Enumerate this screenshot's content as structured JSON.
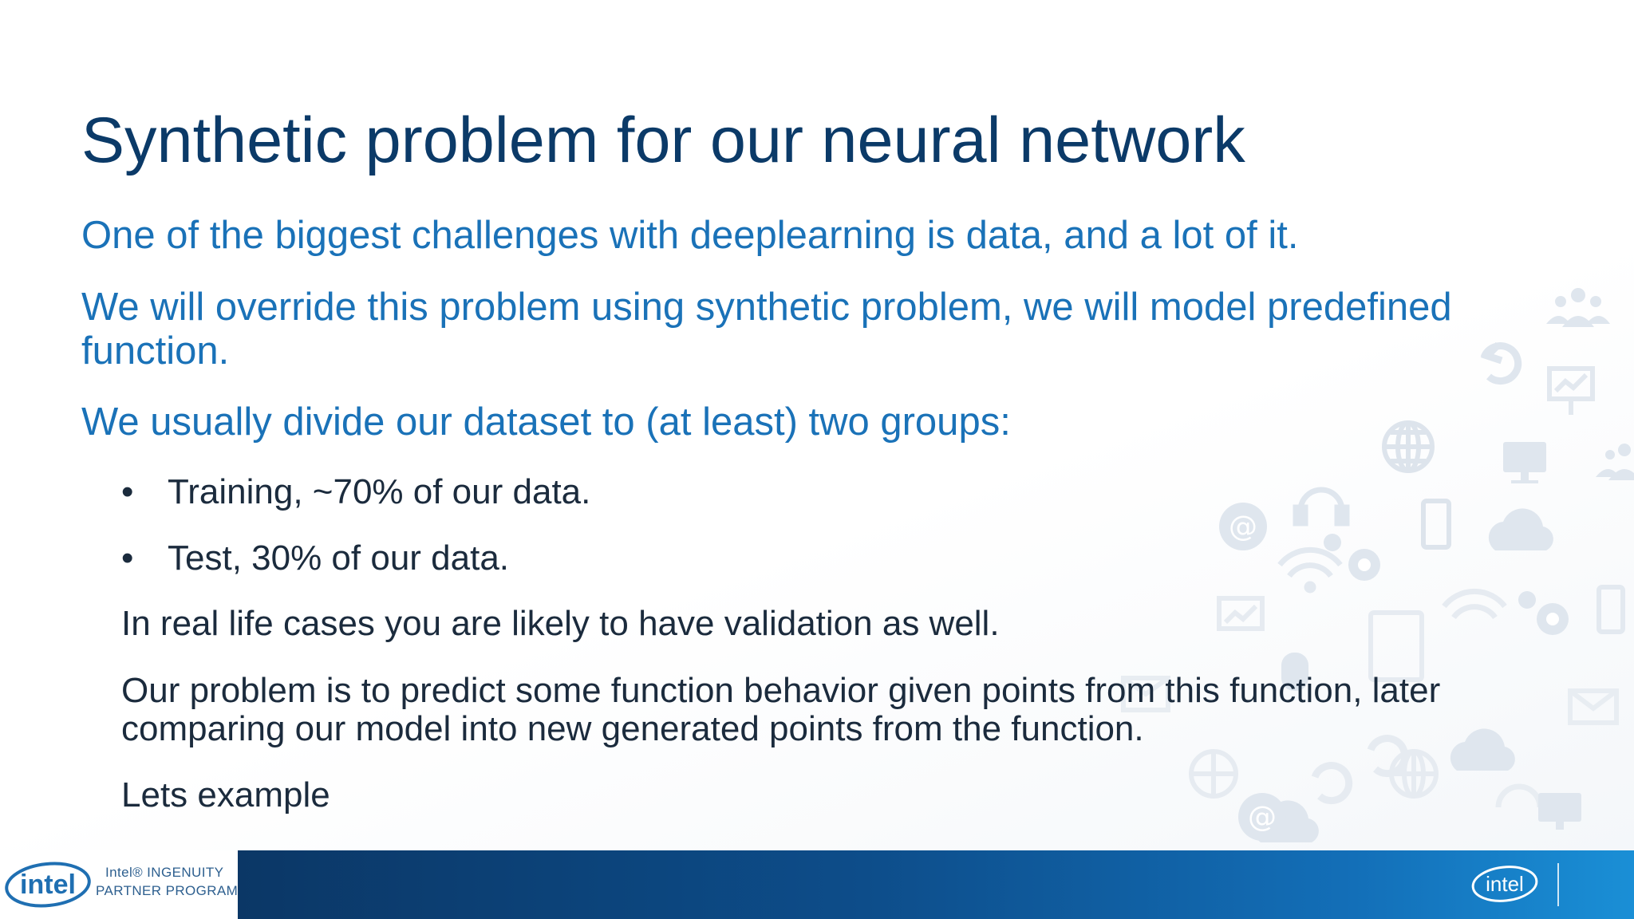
{
  "slide": {
    "title": "Synthetic problem for our neural network",
    "paragraphs": [
      "One of the biggest challenges with deeplearning is data, and a lot of it.",
      "We will override this problem using synthetic problem, we will model predefined function.",
      "We usually divide our dataset to (at least) two groups:"
    ],
    "bullets": [
      "Training, ~70% of our data.",
      "Test, 30% of our data."
    ],
    "bullet_glyph": "•",
    "notes": [
      "In real life cases you are likely to have validation as well.",
      "Our problem is to predict some function behavior given points from this function, later comparing our model into new generated points from the function.",
      "Lets example"
    ]
  },
  "footer": {
    "logo_text": "intel",
    "program_line1": "Intel® INGENUITY",
    "program_line2": "PARTNER PROGRAM",
    "right_logo_text": "intel"
  },
  "colors": {
    "title": "#0b3a68",
    "body_blue": "#1a72b8",
    "body_dark": "#1b2b3d",
    "footer_dark": "#0b3766",
    "footer_light": "#1a8fd6"
  },
  "icons": [
    "team-icon",
    "refresh-icon",
    "presentation-icon",
    "globe-icon",
    "monitor-icon",
    "headphones-icon",
    "at-sign-icon",
    "phone-icon",
    "cloud-icon",
    "gear-icon",
    "wifi-icon",
    "tablet-icon",
    "envelope-icon",
    "mouse-icon"
  ]
}
